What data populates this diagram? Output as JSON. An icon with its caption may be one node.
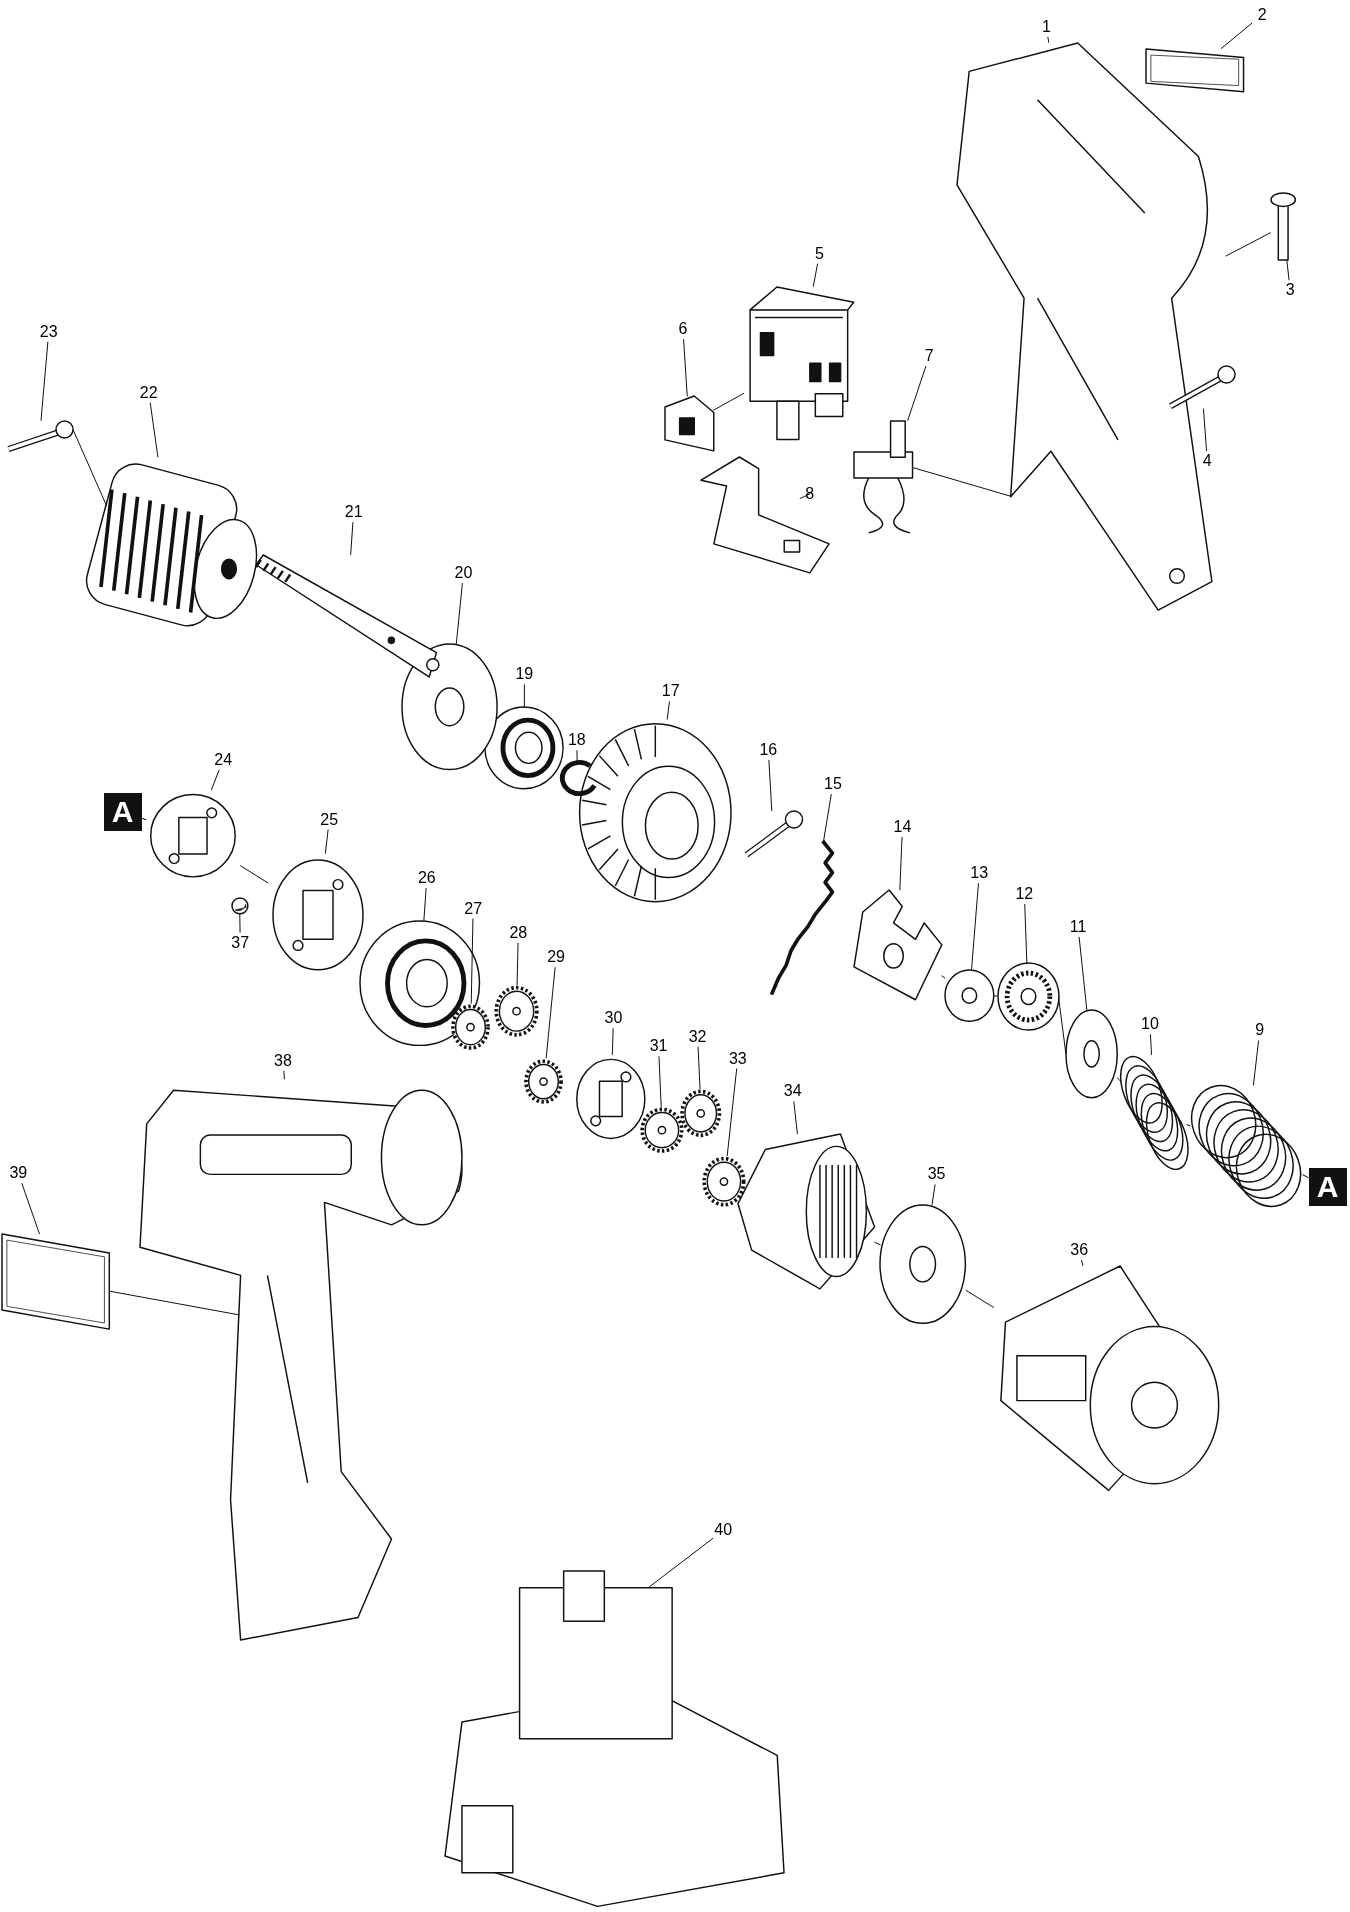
{
  "diagram": {
    "nodes": [
      {
        "text": [
          "1"
        ]
      },
      {
        "text": [],
        "shape": "picture"
      },
      {
        "text": [
          "2"
        ]
      },
      {
        "text": [],
        "shape": "picture"
      },
      {
        "text": [
          "3"
        ]
      },
      {
        "text": [],
        "shape": "picture"
      },
      {
        "text": [
          "4"
        ]
      },
      {
        "text": [],
        "shape": "picture"
      },
      {
        "text": [
          "5"
        ]
      },
      {
        "text": [],
        "shape": "picture"
      },
      {
        "text": [
          "6"
        ]
      },
      {
        "text": [],
        "shape": "picture"
      },
      {
        "text": [
          "7"
        ]
      },
      {
        "text": [],
        "shape": "picture"
      },
      {
        "text": [
          "8"
        ]
      },
      {
        "text": [],
        "shape": "picture"
      },
      {
        "text": [
          "9"
        ]
      },
      {
        "text": [],
        "shape": "picture"
      },
      {
        "text": [
          "10"
        ]
      },
      {
        "text": [],
        "shape": "picture"
      },
      {
        "text": [
          "11"
        ]
      },
      {
        "text": [],
        "shape": "picture"
      },
      {
        "text": [
          "12"
        ]
      },
      {
        "text": [],
        "shape": "picture"
      },
      {
        "text": [
          "13"
        ]
      },
      {
        "text": [],
        "shape": "picture"
      },
      {
        "text": [
          "14"
        ]
      },
      {
        "text": [],
        "shape": "picture"
      },
      {
        "text": [
          "15"
        ]
      },
      {
        "text": [],
        "shape": "picture"
      },
      {
        "text": [
          "16"
        ]
      },
      {
        "text": [],
        "shape": "picture"
      },
      {
        "text": [
          "17"
        ]
      },
      {
        "text": [],
        "shape": "picture"
      },
      {
        "text": [
          "18"
        ]
      },
      {
        "text": [],
        "shape": "picture"
      },
      {
        "text": [
          "19"
        ]
      },
      {
        "text": [],
        "shape": "picture"
      },
      {
        "text": [
          "20"
        ]
      },
      {
        "text": [],
        "shape": "picture"
      },
      {
        "text": [
          "21"
        ]
      },
      {
        "text": [],
        "shape": "picture"
      },
      {
        "text": [
          "22"
        ]
      },
      {
        "text": [],
        "shape": "picture"
      },
      {
        "text": [
          "23"
        ]
      },
      {
        "text": [],
        "shape": "picture"
      },
      {
        "text": [
          "24"
        ]
      },
      {
        "text": [],
        "shape": "picture"
      },
      {
        "text": [
          "25"
        ]
      },
      {
        "text": [],
        "shape": "picture"
      },
      {
        "text": [
          "26"
        ]
      },
      {
        "text": [],
        "shape": "picture"
      },
      {
        "text": [
          "27"
        ]
      },
      {
        "text": [],
        "shape": "picture"
      },
      {
        "text": [
          "28"
        ]
      },
      {
        "text": [],
        "shape": "picture"
      },
      {
        "text": [
          "29"
        ]
      },
      {
        "text": [],
        "shape": "picture"
      },
      {
        "text": [
          "30"
        ]
      },
      {
        "text": [],
        "shape": "picture"
      },
      {
        "text": [
          "31"
        ]
      },
      {
        "text": [],
        "shape": "picture"
      },
      {
        "text": [
          "32"
        ]
      },
      {
        "text": [],
        "shape": "picture"
      },
      {
        "text": [
          "33"
        ]
      },
      {
        "text": [],
        "shape": "picture"
      },
      {
        "text": [
          "34"
        ]
      },
      {
        "text": [],
        "shape": "picture"
      },
      {
        "text": [
          "35"
        ]
      },
      {
        "text": [],
        "shape": "picture"
      },
      {
        "text": [
          "36"
        ]
      },
      {
        "text": [],
        "shape": "picture"
      },
      {
        "text": [
          "37"
        ]
      },
      {
        "text": [],
        "shape": "picture"
      },
      {
        "text": [
          "38"
        ]
      },
      {
        "text": [],
        "shape": "picture"
      },
      {
        "text": [
          "39"
        ]
      },
      {
        "text": [],
        "shape": "picture"
      },
      {
        "text": [
          "40"
        ]
      },
      {
        "text": [],
        "shape": "picture"
      },
      {
        "text": [
          "A"
        ]
      },
      {
        "text": [
          "A"
        ]
      }
    ],
    "edges": [
      {
        "from": 0,
        "to": 1,
        "arrow": "none"
      },
      {
        "from": 2,
        "to": 3,
        "arrow": "none"
      },
      {
        "from": 4,
        "to": 5,
        "arrow": "none"
      },
      {
        "from": 6,
        "to": 7,
        "arrow": "none"
      },
      {
        "from": 8,
        "to": 9,
        "arrow": "none"
      },
      {
        "from": 10,
        "to": 11,
        "arrow": "none"
      },
      {
        "from": 12,
        "to": 13,
        "arrow": "none"
      },
      {
        "from": 14,
        "to": 15,
        "arrow": "none"
      },
      {
        "from": 16,
        "to": 17,
        "arrow": "none"
      },
      {
        "from": 18,
        "to": 19,
        "arrow": "none"
      },
      {
        "from": 20,
        "to": 21,
        "arrow": "none"
      },
      {
        "from": 22,
        "to": 23,
        "arrow": "none"
      },
      {
        "from": 24,
        "to": 25,
        "arrow": "none"
      },
      {
        "from": 26,
        "to": 27,
        "arrow": "none"
      },
      {
        "from": 28,
        "to": 29,
        "arrow": "none"
      },
      {
        "from": 30,
        "to": 31,
        "arrow": "none"
      },
      {
        "from": 32,
        "to": 33,
        "arrow": "none"
      },
      {
        "from": 34,
        "to": 35,
        "arrow": "none"
      },
      {
        "from": 36,
        "to": 37,
        "arrow": "none"
      },
      {
        "from": 38,
        "to": 39,
        "arrow": "none"
      },
      {
        "from": 40,
        "to": 41,
        "arrow": "none"
      },
      {
        "from": 42,
        "to": 43,
        "arrow": "none"
      },
      {
        "from": 44,
        "to": 45,
        "arrow": "none"
      },
      {
        "from": 46,
        "to": 47,
        "arrow": "none"
      },
      {
        "from": 48,
        "to": 49,
        "arrow": "none"
      },
      {
        "from": 50,
        "to": 51,
        "arrow": "none"
      },
      {
        "from": 52,
        "to": 53,
        "arrow": "none"
      },
      {
        "from": 54,
        "to": 55,
        "arrow": "none"
      },
      {
        "from": 56,
        "to": 57,
        "arrow": "none"
      },
      {
        "from": 58,
        "to": 59,
        "arrow": "none"
      },
      {
        "from": 60,
        "to": 61,
        "arrow": "none"
      },
      {
        "from": 62,
        "to": 63,
        "arrow": "none"
      },
      {
        "from": 64,
        "to": 65,
        "arrow": "none"
      },
      {
        "from": 66,
        "to": 67,
        "arrow": "none"
      },
      {
        "from": 68,
        "to": 69,
        "arrow": "none"
      },
      {
        "from": 70,
        "to": 71,
        "arrow": "none"
      },
      {
        "from": 72,
        "to": 73,
        "arrow": "none"
      },
      {
        "from": 74,
        "to": 75,
        "arrow": "none"
      },
      {
        "from": 76,
        "to": 77,
        "arrow": "none"
      },
      {
        "from": 78,
        "to": 79,
        "arrow": "none"
      },
      {
        "from": 5,
        "to": 1,
        "arrow": "none"
      },
      {
        "from": 11,
        "to": 9,
        "arrow": "none"
      },
      {
        "from": 13,
        "to": 1,
        "arrow": "none"
      },
      {
        "from": 45,
        "to": 43,
        "arrow": "none"
      },
      {
        "from": 27,
        "to": 25,
        "arrow": "none"
      },
      {
        "from": 25,
        "to": 23,
        "arrow": "none"
      },
      {
        "from": 23,
        "to": 21,
        "arrow": "none"
      },
      {
        "from": 21,
        "to": 19,
        "arrow": "none"
      },
      {
        "from": 19,
        "to": 17,
        "arrow": "none"
      },
      {
        "from": 17,
        "to": 81,
        "arrow": "none"
      },
      {
        "from": 80,
        "to": 47,
        "arrow": "none"
      },
      {
        "from": 47,
        "to": 49,
        "arrow": "none"
      },
      {
        "from": 67,
        "to": 69,
        "arrow": "none"
      },
      {
        "from": 69,
        "to": 71,
        "arrow": "none"
      },
      {
        "from": 77,
        "to": 75,
        "arrow": "none"
      }
    ]
  }
}
